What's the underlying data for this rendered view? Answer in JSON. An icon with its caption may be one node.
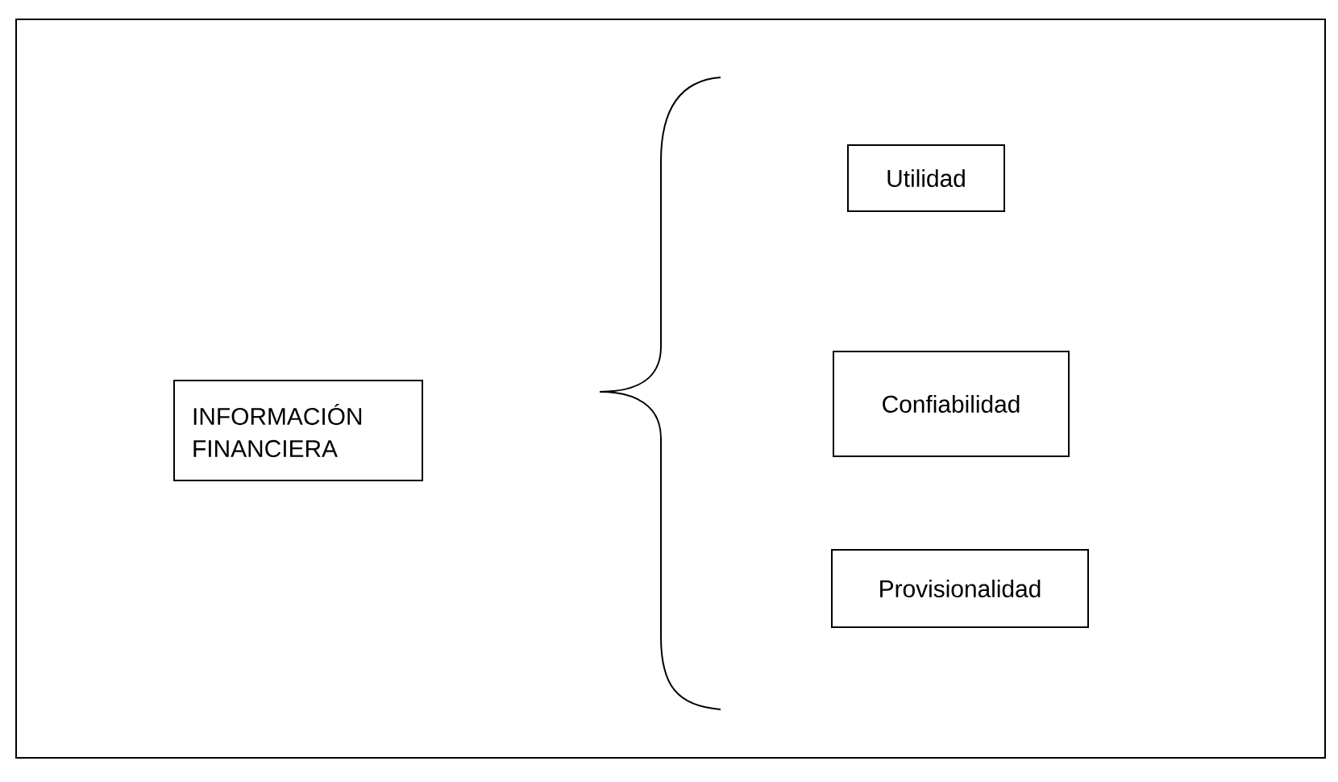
{
  "diagram": {
    "nodes": [
      {
        "text": [
          "INFORMACIÓN FINANCIERA"
        ]
      },
      {
        "text": [
          "Utilidad"
        ]
      },
      {
        "text": [
          "Confiabilidad"
        ]
      },
      {
        "text": [
          "Provisionalidad"
        ]
      }
    ]
  }
}
